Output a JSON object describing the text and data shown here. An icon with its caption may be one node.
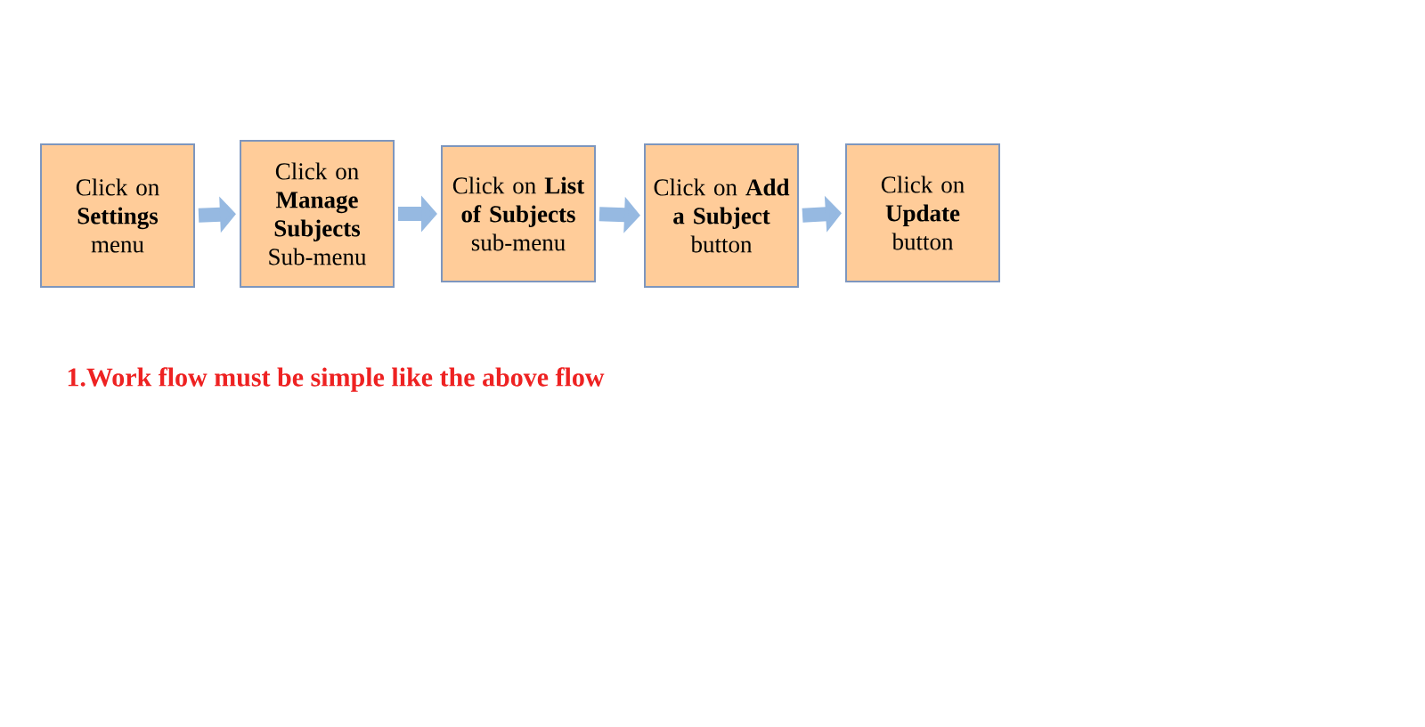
{
  "diagram": {
    "nodes": [
      {
        "text": [
          "Click on **Settings** menu"
        ]
      },
      {
        "text": [
          "Click on **Manage Subjects** Sub-menu"
        ]
      },
      {
        "text": [
          "Click on **List of Subjects** sub-menu"
        ]
      },
      {
        "text": [
          "Click on **Add a Subject** button"
        ]
      },
      {
        "text": [
          "Click on **Update** button"
        ]
      }
    ],
    "edges": [
      {
        "from": 0,
        "to": 1,
        "arrow": "to"
      },
      {
        "from": 1,
        "to": 2,
        "arrow": "to"
      },
      {
        "from": 2,
        "to": 3,
        "arrow": "to"
      },
      {
        "from": 3,
        "to": 4,
        "arrow": "to"
      }
    ],
    "labels": [
      "1.Work flow must be simple like the above flow"
    ]
  }
}
